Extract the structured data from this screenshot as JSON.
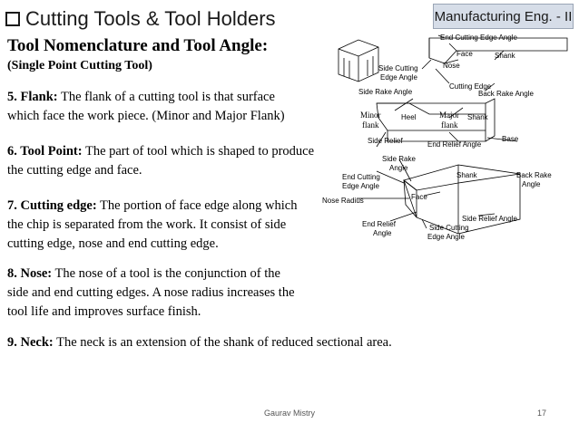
{
  "header": {
    "title": "Cutting Tools & Tool Holders",
    "course": "Manufacturing Eng. - II"
  },
  "main": {
    "heading": "Tool Nomenclature and Tool Angle:",
    "subheading": "(Single Point Cutting Tool)",
    "items": [
      {
        "term": "5. Flank:",
        "line1": " The flank of a cutting tool is that surface",
        "line2": "which face the work piece. (Minor and Major Flank)",
        "line3": ""
      },
      {
        "term": "6. Tool Point:",
        "line1": " The part of tool which is shaped to produce",
        "line2": "the cutting edge and face.",
        "line3": ""
      },
      {
        "term": "7. Cutting edge:",
        "line1": " The portion of face edge along which",
        "line2": "the chip is separated from the work. It consist of side",
        "line3": "cutting edge, nose and end cutting edge."
      },
      {
        "term": "8. Nose:",
        "line1": " The nose of a tool is the conjunction of the",
        "line2": "side and end cutting edges. A nose radius increases the",
        "line3": "tool life and improves surface finish."
      },
      {
        "term": "9. Neck:",
        "line1": " The neck is an extension of the shank of reduced sectional area.",
        "line2": "",
        "line3": ""
      }
    ]
  },
  "diagram": {
    "labels": {
      "end_cutting_edge_angle": "End Cutting Edge Angle",
      "face_top": "Face",
      "shank_top": "Shank",
      "nose": "Nose",
      "side_cutting_edge_angle_1": "Side Cutting",
      "side_cutting_edge_angle_2": "Edge Angle",
      "cutting_edge": "Cutting Edge",
      "side_rake_angle_top": "Side Rake Angle",
      "back_rake_angle_top": "Back Rake Angle",
      "minor_flank_1": "Minor",
      "minor_flank_2": "flank",
      "heel": "Heel",
      "major_flank_1": "Major",
      "major_flank_2": "flank",
      "shank_mid": "Shank",
      "base": "Base",
      "side_relief": "Side Relief",
      "end_relief_angle_top": "End Relief Angle",
      "side_rake_1": "Side Rake",
      "side_rake_2": "Angle",
      "end_cutting_edge_angle_1": "End Cutting",
      "end_cutting_edge_angle_2": "Edge Angle",
      "shank_bottom": "Shank",
      "back_rake_1": "Back Rake",
      "back_rake_2": "Angle",
      "nose_radius": "Nose Radius",
      "face_bottom": "Face",
      "side_relief_angle": "Side Relief Angle",
      "end_relief_1": "End Relief",
      "end_relief_2": "Angle",
      "side_cutting_edge_angle_b1": "Side Cutting",
      "side_cutting_edge_angle_b2": "Edge Angle"
    }
  },
  "footer": {
    "author": "Gaurav Mistry",
    "page": "17"
  }
}
